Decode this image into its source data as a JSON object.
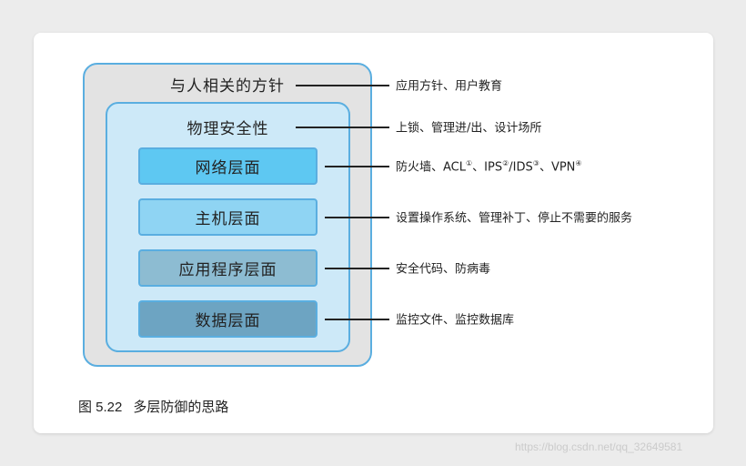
{
  "colors": {
    "outline": "#5aaee0",
    "outer_fill": "#e3e3e3",
    "inner_fill": "#cde9f8",
    "network_fill": "#5ec8f2",
    "host_fill": "#8fd4f3",
    "app_fill": "#8dbcd2",
    "data_fill": "#6da4c2"
  },
  "diagram": {
    "outer_layer": "与人相关的方针",
    "inner_layer": "物理安全性",
    "layers": [
      {
        "label": "网络层面"
      },
      {
        "label": "主机层面"
      },
      {
        "label": "应用程序层面"
      },
      {
        "label": "数据层面"
      }
    ],
    "notes": [
      "应用方针、用户教育",
      "上锁、管理进/出、设计场所",
      {
        "parts": [
          "防火墙、ACL",
          "①",
          "、IPS",
          "②",
          "/IDS",
          "③",
          "、VPN",
          "④"
        ]
      },
      "设置操作系统、管理补丁、停止不需要的服务",
      "安全代码、防病毒",
      "监控文件、监控数据库"
    ]
  },
  "caption": {
    "number": "图 5.22",
    "text": "多层防御的思路"
  },
  "watermark": "https://blog.csdn.net/qq_32649581"
}
